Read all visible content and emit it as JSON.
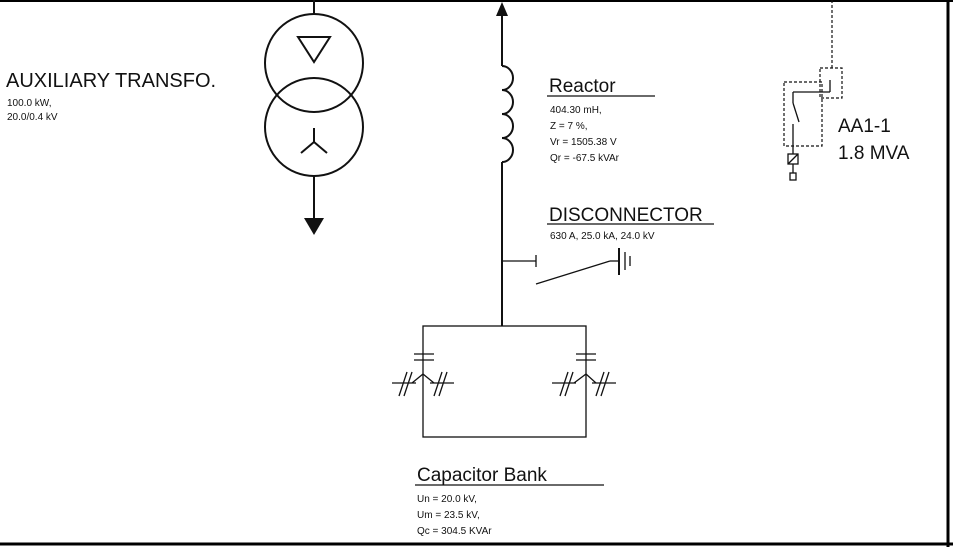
{
  "auxiliary_transformer": {
    "title": "AUXILIARY TRANSFO.",
    "power": "100.0 kW,",
    "voltage": "20.0/0.4 kV"
  },
  "reactor": {
    "title": "Reactor",
    "inductance": "404.30 mH,",
    "impedance": "Z = 7 %,",
    "rated_voltage": "Vr = 1505.38 V",
    "reactive_power": "Qr = -67.5 kVAr"
  },
  "disconnector": {
    "title": "DISCONNECTOR",
    "rating": "630 A, 25.0 kA, 24.0 kV"
  },
  "capacitor_bank": {
    "title": "Capacitor Bank",
    "nominal_voltage": "Un = 20.0 kV,",
    "max_voltage": "Um = 23.5 kV,",
    "reactive_power": "Qc = 304.5 KVAr"
  },
  "feeder": {
    "name": "AA1-1",
    "rating": "1.8 MVA"
  },
  "colors": {
    "line": "#111111",
    "background": "#ffffff",
    "frame": "#000000"
  }
}
